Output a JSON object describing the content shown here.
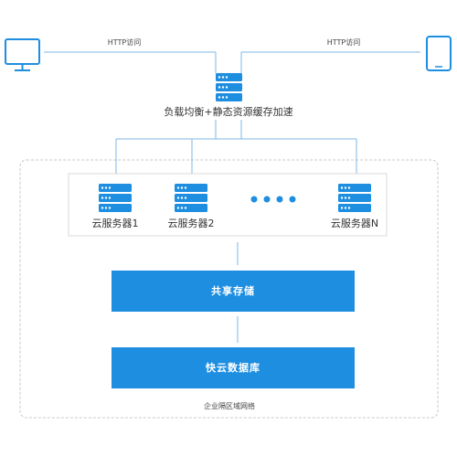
{
  "clients": [
    {
      "icon": "monitor-icon",
      "link_label": "HTTP访问"
    },
    {
      "icon": "tablet-icon",
      "link_label": "HTTP访问"
    }
  ],
  "load_balancer": {
    "icon": "server-stack-icon",
    "label": "负载均衡+静态资源缓存加速"
  },
  "servers": [
    {
      "icon": "server-stack-icon",
      "label": "云服务器1"
    },
    {
      "icon": "server-stack-icon",
      "label": "云服务器2"
    },
    {
      "icon": "server-stack-icon",
      "label": "云服务器N"
    }
  ],
  "ellipsis_dots": 4,
  "storage": {
    "label": "共享存储"
  },
  "database": {
    "label": "快云数据库"
  },
  "network": {
    "label": "企业隔区域网络"
  },
  "colors": {
    "accent": "#1E8EE0",
    "icon_blue": "#1E8EE0",
    "line": "#7FB7E6",
    "dash_border": "#C8C8C8",
    "server_frame": "#D9D9D9"
  }
}
